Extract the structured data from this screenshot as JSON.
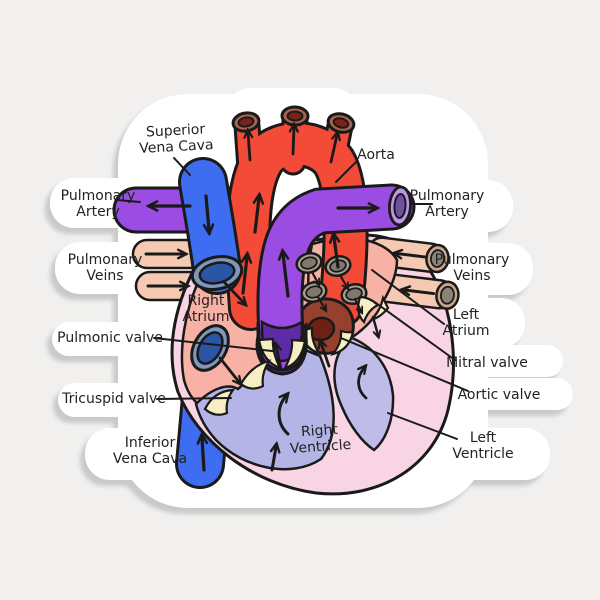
{
  "labels": {
    "superior_vena_cava": {
      "line1": "Superior",
      "line2": "Vena Cava"
    },
    "aorta": {
      "line1": "Aorta"
    },
    "pulmonary_artery_left": {
      "line1": "Pulmonary",
      "line2": "Artery"
    },
    "pulmonary_artery_right": {
      "line1": "Pulmonary",
      "line2": "Artery"
    },
    "pulmonary_veins_left": {
      "line1": "Pulmonary",
      "line2": "Veins"
    },
    "pulmonary_veins_right": {
      "line1": "Pulmonary",
      "line2": "Veins"
    },
    "right_atrium": {
      "line1": "Right",
      "line2": "Atrium"
    },
    "left_atrium": {
      "line1": "Left",
      "line2": "Atrium"
    },
    "pulmonic_valve": {
      "line1": "Pulmonic valve"
    },
    "tricuspid_valve": {
      "line1": "Tricuspid valve"
    },
    "inferior_vena_cava": {
      "line1": "Inferior",
      "line2": "Vena Cava"
    },
    "right_ventricle": {
      "line1": "Right",
      "line2": "Ventricle"
    },
    "left_ventricle": {
      "line1": "Left",
      "line2": "Ventricle"
    },
    "mitral_valve": {
      "line1": "Mitral valve"
    },
    "aortic_valve": {
      "line1": "Aortic valve"
    }
  },
  "colors": {
    "background": "#f1f0ef",
    "sticker": "#ffffff",
    "outline": "#1a1a1a",
    "label_text": "#222222",
    "aorta_red": "#f44a38",
    "aorta_opening_rim": "#a86450",
    "aorta_opening_inner": "#7c2315",
    "vena_cava_blue": "#3f6df1",
    "vc_opening_rim": "#7e97bb",
    "vc_opening_inner": "#2b55a5",
    "pulmonary_artery_purple": "#9b4ce3",
    "pa_trunk_dark": "#5e2ba6",
    "pa_opening_rim": "#bd95e8",
    "pa_opening_inner": "#6f4fa0",
    "pulmonary_vein_peach": "#f6cab2",
    "pv_opening_rim": "#c9a58e",
    "pv_opening_inner": "#8b8475",
    "heart_wall_pink": "#f9d4e4",
    "atrium_salmon": "#f8b1a5",
    "ventricle_lavender": "#b5b4e7",
    "left_ventricle_lavender": "#bfbcea",
    "valve_cream": "#f6efc3",
    "aortic_root_maroon": "#96402e",
    "aortic_root_inner": "#6e2012",
    "la_opening_rim": "#aaa18f",
    "la_opening_inner": "#7f796b"
  }
}
